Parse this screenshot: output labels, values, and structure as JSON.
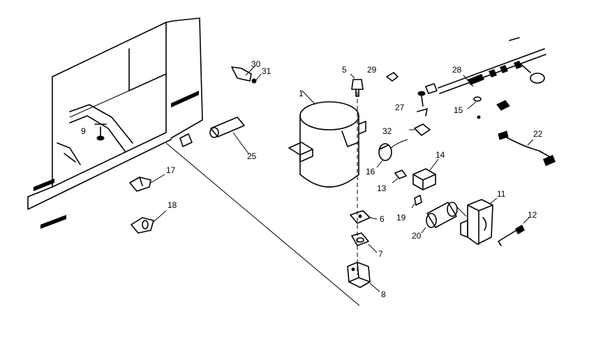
{
  "labels": {
    "p1": "1",
    "p5": "5",
    "p6": "6",
    "p7": "7",
    "p8": "8",
    "p9": "9",
    "p11": "11",
    "p12": "12",
    "p13": "13",
    "p14": "14",
    "p15": "15",
    "p16": "16",
    "p17": "17",
    "p18": "18",
    "p19": "19",
    "p20": "20",
    "p22": "22",
    "p25": "25",
    "p27": "27",
    "p28": "28",
    "p29": "29",
    "p30": "30",
    "p31": "31",
    "p32": "32"
  }
}
